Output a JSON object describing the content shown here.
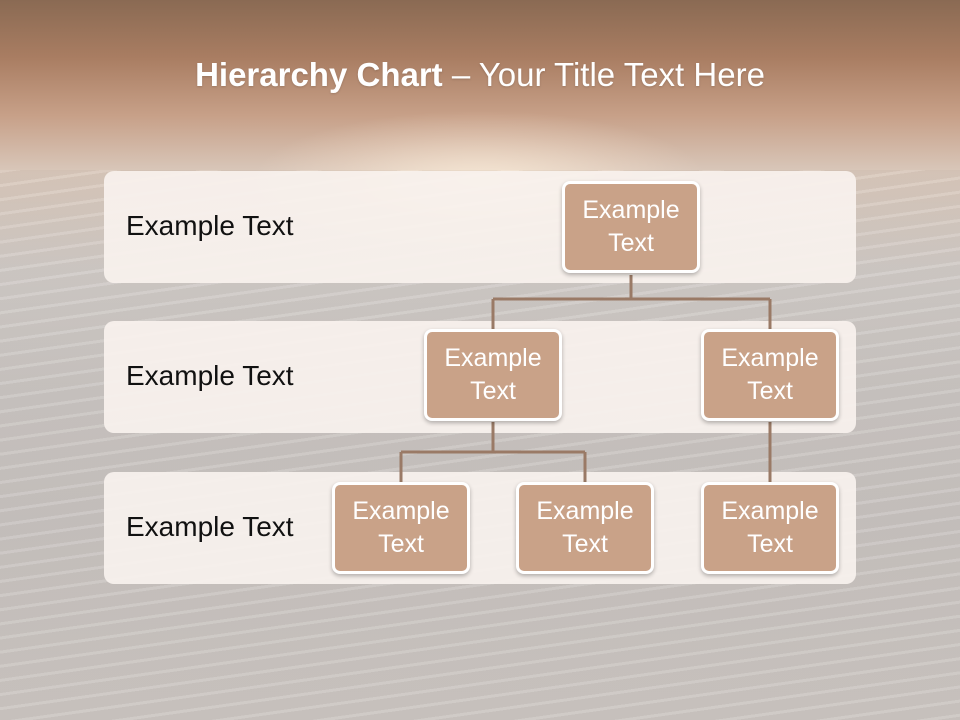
{
  "slide": {
    "title_bold": "Hierarchy Chart",
    "title_rest": " – Your Title Text Here"
  },
  "levels": [
    {
      "label": "Example Text"
    },
    {
      "label": "Example Text"
    },
    {
      "label": "Example Text"
    }
  ],
  "nodes": {
    "root": {
      "text": "Example Text"
    },
    "level2_left": {
      "text": "Example Text"
    },
    "level2_right": {
      "text": "Example Text"
    },
    "level3_a": {
      "text": "Example Text"
    },
    "level3_b": {
      "text": "Example Text"
    },
    "level3_c": {
      "text": "Example Text"
    }
  },
  "colors": {
    "node_fill": "#c9a288",
    "node_border": "#ffffff",
    "connector": "#9a7a66",
    "band_fill": "#f8f2ee"
  }
}
